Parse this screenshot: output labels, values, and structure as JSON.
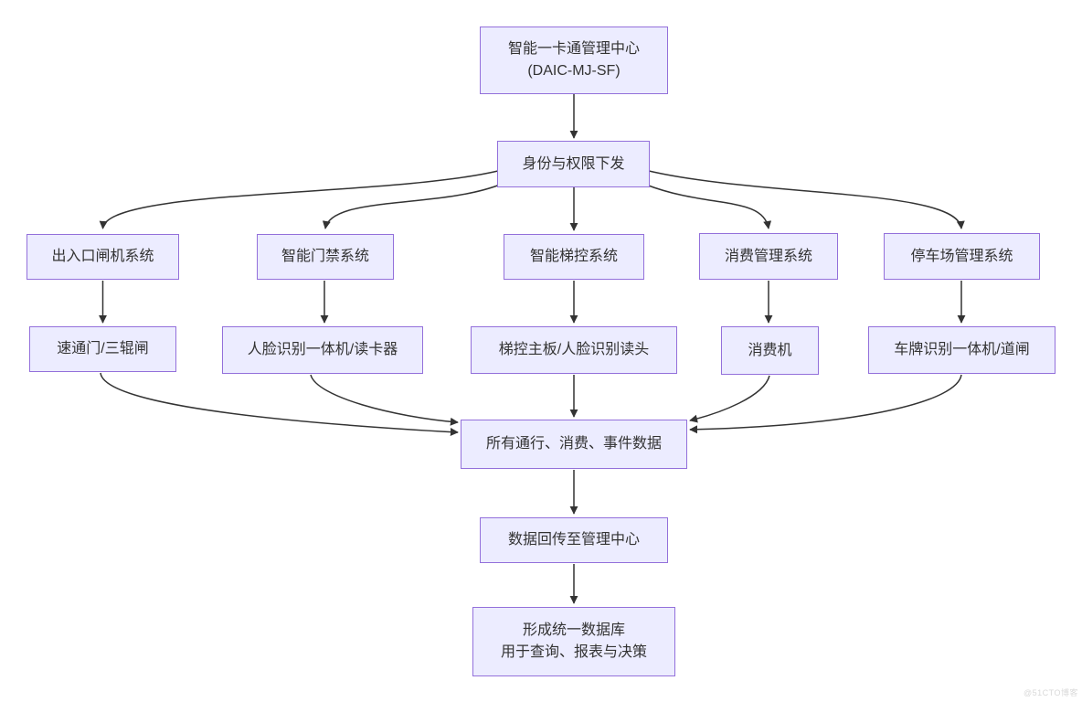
{
  "diagram": {
    "type": "flowchart",
    "direction": "top-down"
  },
  "colors": {
    "node_fill": "#ECECFF",
    "node_border": "#9370DB",
    "node_text": "#333333",
    "edge": "#333333",
    "background": "#ffffff",
    "watermark_text_color": "#d9d9d9"
  },
  "watermark": "@51CTO博客",
  "nodes": [
    {
      "id": "management-center",
      "lines": [
        "智能一卡通管理中心",
        "(DAIC-MJ-SF)"
      ]
    },
    {
      "id": "identity-issue",
      "lines": [
        "身份与权限下发"
      ]
    },
    {
      "id": "gate-system",
      "lines": [
        "出入口闸机系统"
      ]
    },
    {
      "id": "access-system",
      "lines": [
        "智能门禁系统"
      ]
    },
    {
      "id": "elevator-system",
      "lines": [
        "智能梯控系统"
      ]
    },
    {
      "id": "consume-system",
      "lines": [
        "消费管理系统"
      ]
    },
    {
      "id": "parking-system",
      "lines": [
        "停车场管理系统"
      ]
    },
    {
      "id": "gate-device",
      "lines": [
        "速通门/三辊闸"
      ]
    },
    {
      "id": "access-device",
      "lines": [
        "人脸识别一体机/读卡器"
      ]
    },
    {
      "id": "elevator-device",
      "lines": [
        "梯控主板/人脸识别读头"
      ]
    },
    {
      "id": "consume-device",
      "lines": [
        "消费机"
      ]
    },
    {
      "id": "parking-device",
      "lines": [
        "车牌识别一体机/道闸"
      ]
    },
    {
      "id": "data-hub",
      "lines": [
        "所有通行、消费、事件数据"
      ]
    },
    {
      "id": "data-return",
      "lines": [
        "数据回传至管理中心"
      ]
    },
    {
      "id": "database",
      "lines": [
        "形成统一数据库",
        "用于查询、报表与决策"
      ]
    }
  ],
  "edges": [
    {
      "from": "management-center",
      "to": "identity-issue"
    },
    {
      "from": "identity-issue",
      "to": "gate-system"
    },
    {
      "from": "identity-issue",
      "to": "access-system"
    },
    {
      "from": "identity-issue",
      "to": "elevator-system"
    },
    {
      "from": "identity-issue",
      "to": "consume-system"
    },
    {
      "from": "identity-issue",
      "to": "parking-system"
    },
    {
      "from": "gate-system",
      "to": "gate-device"
    },
    {
      "from": "access-system",
      "to": "access-device"
    },
    {
      "from": "elevator-system",
      "to": "elevator-device"
    },
    {
      "from": "consume-system",
      "to": "consume-device"
    },
    {
      "from": "parking-system",
      "to": "parking-device"
    },
    {
      "from": "gate-device",
      "to": "data-hub"
    },
    {
      "from": "access-device",
      "to": "data-hub"
    },
    {
      "from": "elevator-device",
      "to": "data-hub"
    },
    {
      "from": "consume-device",
      "to": "data-hub"
    },
    {
      "from": "parking-device",
      "to": "data-hub"
    },
    {
      "from": "data-hub",
      "to": "data-return"
    },
    {
      "from": "data-return",
      "to": "database"
    }
  ]
}
